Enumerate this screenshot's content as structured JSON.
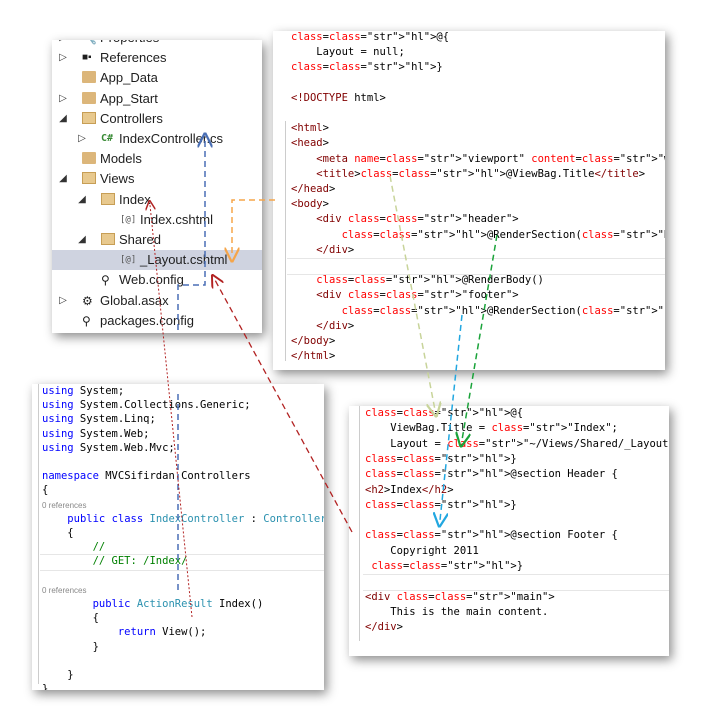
{
  "solution_explorer": {
    "items": [
      {
        "label": "Properties",
        "indent": 0,
        "arrow": "▷",
        "icon": "wrench-icon"
      },
      {
        "label": "References",
        "indent": 0,
        "arrow": "▷",
        "icon": "references-icon"
      },
      {
        "label": "App_Data",
        "indent": 0,
        "arrow": "",
        "icon": "folder-icon"
      },
      {
        "label": "App_Start",
        "indent": 0,
        "arrow": "▷",
        "icon": "folder-icon"
      },
      {
        "label": "Controllers",
        "indent": 0,
        "arrow": "◢",
        "icon": "folder-open-icon"
      },
      {
        "label": "IndexController.cs",
        "indent": 1,
        "arrow": "▷",
        "icon": "csharp-file-icon"
      },
      {
        "label": "Models",
        "indent": 0,
        "arrow": "",
        "icon": "folder-icon"
      },
      {
        "label": "Views",
        "indent": 0,
        "arrow": "◢",
        "icon": "folder-open-icon"
      },
      {
        "label": "Index",
        "indent": 1,
        "arrow": "◢",
        "icon": "folder-open-icon"
      },
      {
        "label": "Index.cshtml",
        "indent": 2,
        "arrow": "",
        "icon": "razor-file-icon"
      },
      {
        "label": "Shared",
        "indent": 1,
        "arrow": "◢",
        "icon": "folder-open-icon"
      },
      {
        "label": "_Layout.cshtml",
        "indent": 2,
        "arrow": "",
        "icon": "razor-file-icon"
      },
      {
        "label": "Web.config",
        "indent": 1,
        "arrow": "",
        "icon": "config-file-icon"
      },
      {
        "label": "Global.asax",
        "indent": 0,
        "arrow": "▷",
        "icon": "global-icon"
      },
      {
        "label": "packages.config",
        "indent": 0,
        "arrow": "",
        "icon": "config-file-icon"
      }
    ],
    "selected_item": "_Layout.cshtml",
    "csharp_icon_text": "C#",
    "razor_icon_text": "[@]"
  },
  "layout_code": [
    "@{",
    "    Layout = null;",
    "}",
    "",
    "<!DOCTYPE html>",
    "",
    "<html>",
    "<head>",
    "    <meta name=\"viewport\" content=\"width=device-width\" />",
    "    <title>@ViewBag.Title</title>",
    "</head>",
    "<body>",
    "    <div class=\"header\">",
    "        @RenderSection(\"Header\")",
    "    </div>",
    "",
    "    @RenderBody()",
    "    <div class=\"footer\">",
    "        @RenderSection(\"Footer\")",
    "    </div>",
    "</body>",
    "</html>"
  ],
  "controller_code": {
    "lines": [
      "using System;",
      "using System.Collections.Generic;",
      "using System.Linq;",
      "using System.Web;",
      "using System.Web.Mvc;",
      "",
      "namespace MVCSifirdan.Controllers",
      "{",
      "0 references",
      "    public class IndexController : Controller",
      "    {",
      "        //",
      "        // GET: /Index/",
      "",
      "0 references",
      "        public ActionResult Index()",
      "        {",
      "            return View();",
      "        }",
      "",
      "    }",
      "}"
    ]
  },
  "index_code": [
    "@{",
    "    ViewBag.Title = \"Index\";",
    "    Layout = \"~/Views/Shared/_Layout.cshtml\";",
    "}",
    "@section Header {",
    "<h2>Index</h2>",
    "}",
    "",
    "@section Footer {",
    "    Copyright 2011",
    " }",
    "",
    "<div class=\"main\">",
    "    This is the main content.",
    "</div>"
  ],
  "colors": {
    "keyword": "#0000ff",
    "type": "#2b91af",
    "tag": "#800000",
    "attribute": "#ff0000",
    "string": "#a31515",
    "comment": "#008000",
    "highlight": "#ffff00",
    "selection": "#cfd3e0",
    "arrow_blue": "#4a6fb5",
    "arrow_orange": "#f5a54a",
    "arrow_red": "#b22222",
    "arrow_green": "#1aa33a",
    "arrow_olive": "#c8d49a",
    "arrow_cyan": "#22a7e0"
  }
}
